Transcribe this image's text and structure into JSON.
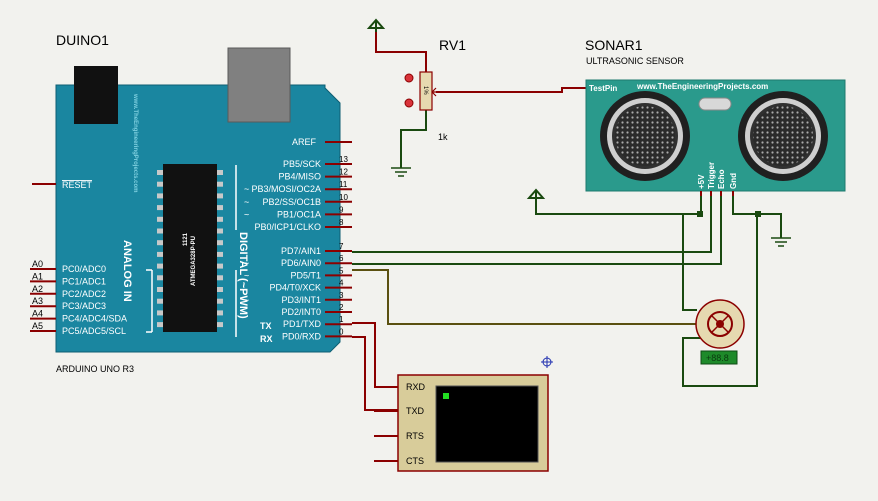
{
  "colors": {
    "background": "#f2f2ee",
    "wire_red": "#8b0000",
    "wire_green": "#1a4a10",
    "wire_olive": "#5a5010",
    "arduino_board": "#1a86a0",
    "sonar_board": "#2a9a8c",
    "terminal_screen": "#000000",
    "terminal_frame": "#d8cc9a",
    "indicator_green": "#1e8a2a"
  },
  "arduino": {
    "ref": "DUINO1",
    "model": "ARDUINO UNO R3",
    "chip_label": "ATMEGA328P-PU",
    "chip_ref": "1121",
    "vertical_url": "www.TheEngineeringProjects.com",
    "analog_group": "ANALOG IN",
    "digital_group": "DIGITAL (~PWM)",
    "tx": "TX",
    "rx": "RX",
    "aref": "AREF",
    "reset": "RESET",
    "analog_pins": [
      {
        "wire": "A0",
        "name": "PC0/ADC0"
      },
      {
        "wire": "A1",
        "name": "PC1/ADC1"
      },
      {
        "wire": "A2",
        "name": "PC2/ADC2"
      },
      {
        "wire": "A3",
        "name": "PC3/ADC3"
      },
      {
        "wire": "A4",
        "name": "PC4/ADC4/SDA"
      },
      {
        "wire": "A5",
        "name": "PC5/ADC5/SCL"
      }
    ],
    "digital_top": [
      {
        "name": "PB5/SCK",
        "num": "13",
        "tilde": ""
      },
      {
        "name": "PB4/MISO",
        "num": "12",
        "tilde": ""
      },
      {
        "name": "PB3/MOSI/OC2A",
        "num": "11",
        "tilde": "~"
      },
      {
        "name": "PB2/SS/OC1B",
        "num": "10",
        "tilde": "~"
      },
      {
        "name": "PB1/OC1A",
        "num": "9",
        "tilde": "~"
      },
      {
        "name": "PB0/ICP1/CLKO",
        "num": "8",
        "tilde": ""
      }
    ],
    "digital_bottom": [
      {
        "name": "PD7/AIN1",
        "num": "7",
        "tilde": ""
      },
      {
        "name": "PD6/AIN0",
        "num": "6",
        "tilde": "~"
      },
      {
        "name": "PD5/T1",
        "num": "5",
        "tilde": "~"
      },
      {
        "name": "PD4/T0/XCK",
        "num": "4",
        "tilde": ""
      },
      {
        "name": "PD3/INT1",
        "num": "3",
        "tilde": "~"
      },
      {
        "name": "PD2/INT0",
        "num": "2",
        "tilde": ""
      },
      {
        "name": "PD1/TXD",
        "num": "1",
        "tilde": ""
      },
      {
        "name": "PD0/RXD",
        "num": "0",
        "tilde": ""
      }
    ]
  },
  "potentiometer": {
    "ref": "RV1",
    "value": "1k",
    "wiper_label": "1%"
  },
  "sonar": {
    "ref": "SONAR1",
    "subtitle": "ULTRASONIC SENSOR",
    "brand": "www.TheEngineeringProjects.com",
    "testpin": "TestPin",
    "pins": [
      "+5V",
      "Trigger",
      "Echo",
      "Gnd"
    ]
  },
  "terminal": {
    "pins": [
      "RXD",
      "TXD",
      "RTS",
      "CTS"
    ]
  },
  "motor": {
    "readout": "+88.8"
  }
}
